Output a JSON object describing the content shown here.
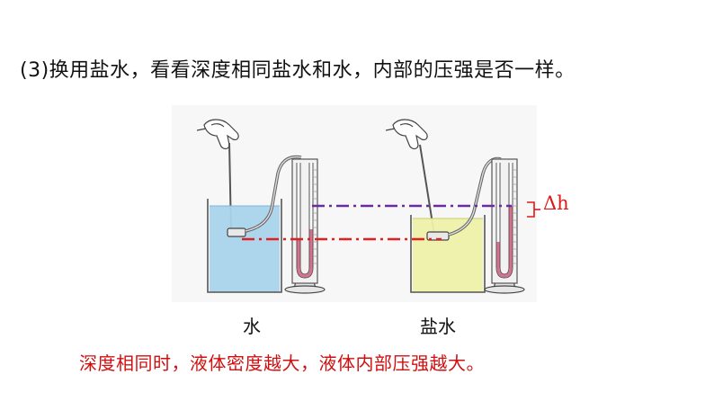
{
  "title": "(3)换用盐水，看看深度相同盐水和水，内部的压强是否一样。",
  "captions": {
    "water": "水",
    "salt_water": "盐水"
  },
  "conclusion": "深度相同时，液体密度越大，液体内部压强越大。",
  "delta_label": "Δh",
  "colors": {
    "water": "#a9d4ec",
    "salt_water": "#eef1a8",
    "manometer_liquid": "#d9708e",
    "equal_depth_line": "#e02020",
    "height_ref_line": "#6a2aa0",
    "text": "#111111",
    "conclusion_text": "#d01010"
  },
  "icons": [
    "hand-icon",
    "hand-icon"
  ]
}
